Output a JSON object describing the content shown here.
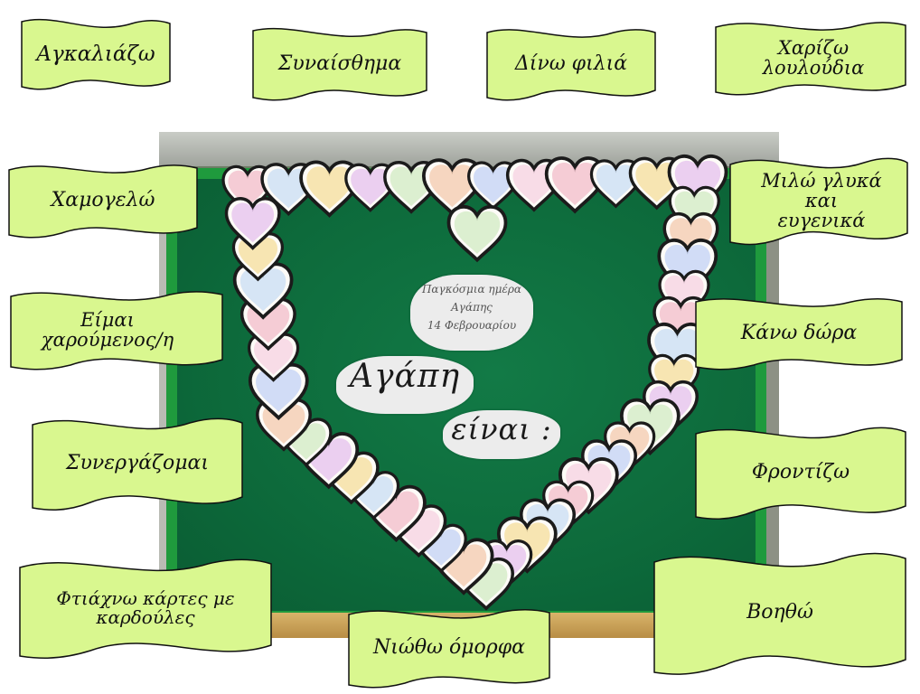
{
  "labels": {
    "hug": "Αγκαλιάζω",
    "feeling": "Συναίσθημα",
    "give_kiss": "Δίνω φιλιά",
    "give_flowers": "Χαρίζω λουλούδια",
    "smile": "Χαμογελώ",
    "speak_kindly": "Μιλώ γλυκά και ευγενικά",
    "happy": "Είμαι χαρούμενος/η",
    "give_gifts": "Κάνω δώρα",
    "cooperate": "Συνεργάζομαι",
    "care": "Φροντίζω",
    "make_cards": "Φτιάχνω κάρτες με καρδούλες",
    "help": "Βοηθώ",
    "feel_beautiful": "Νιώθω όμορφα"
  },
  "board": {
    "note_line1": "Παγκόσμια ημέρα",
    "note_line2": "Αγάπης",
    "note_line3": "14 Φεβρουαρίου",
    "title": "Αγάπη",
    "subtitle": "είναι :"
  },
  "colors": {
    "label_fill": "#d9f78f",
    "board_green": "#0d6a3b",
    "frame_green": "#1f9a3d"
  }
}
